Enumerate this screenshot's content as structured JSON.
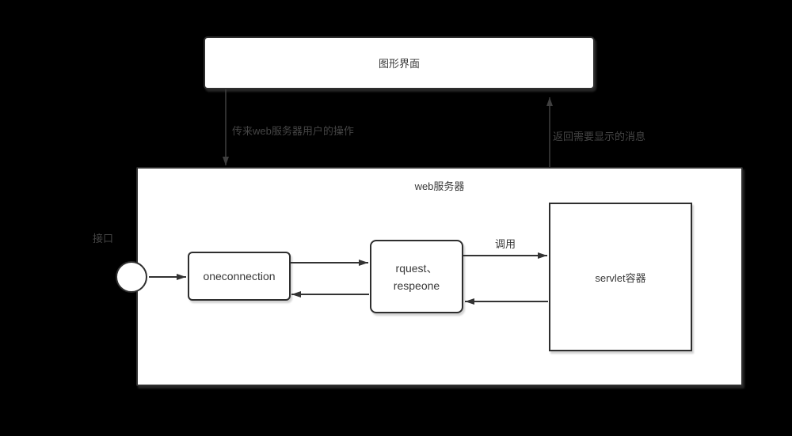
{
  "diagram": {
    "nodes": {
      "gui": {
        "label": "图形界面"
      },
      "webserver": {
        "label": "web服务器"
      },
      "oneconnection": {
        "label": "oneconnection"
      },
      "request": {
        "line1": "rquest、",
        "line2": "respeone"
      },
      "servlet": {
        "label": "servlet容器"
      }
    },
    "labels": {
      "down_arrow": "传来web服务器用户的操作",
      "up_arrow": "返回需要显示的消息",
      "interface": "接口",
      "call": "调用"
    },
    "colors": {
      "background": "#000000",
      "node_fill": "#ffffff",
      "node_border": "#2e2e2e",
      "connector_dark": "#333333",
      "connector_dim": "#3f3f3f",
      "dim_label_text": "#454545",
      "node_text": "#383838"
    }
  }
}
